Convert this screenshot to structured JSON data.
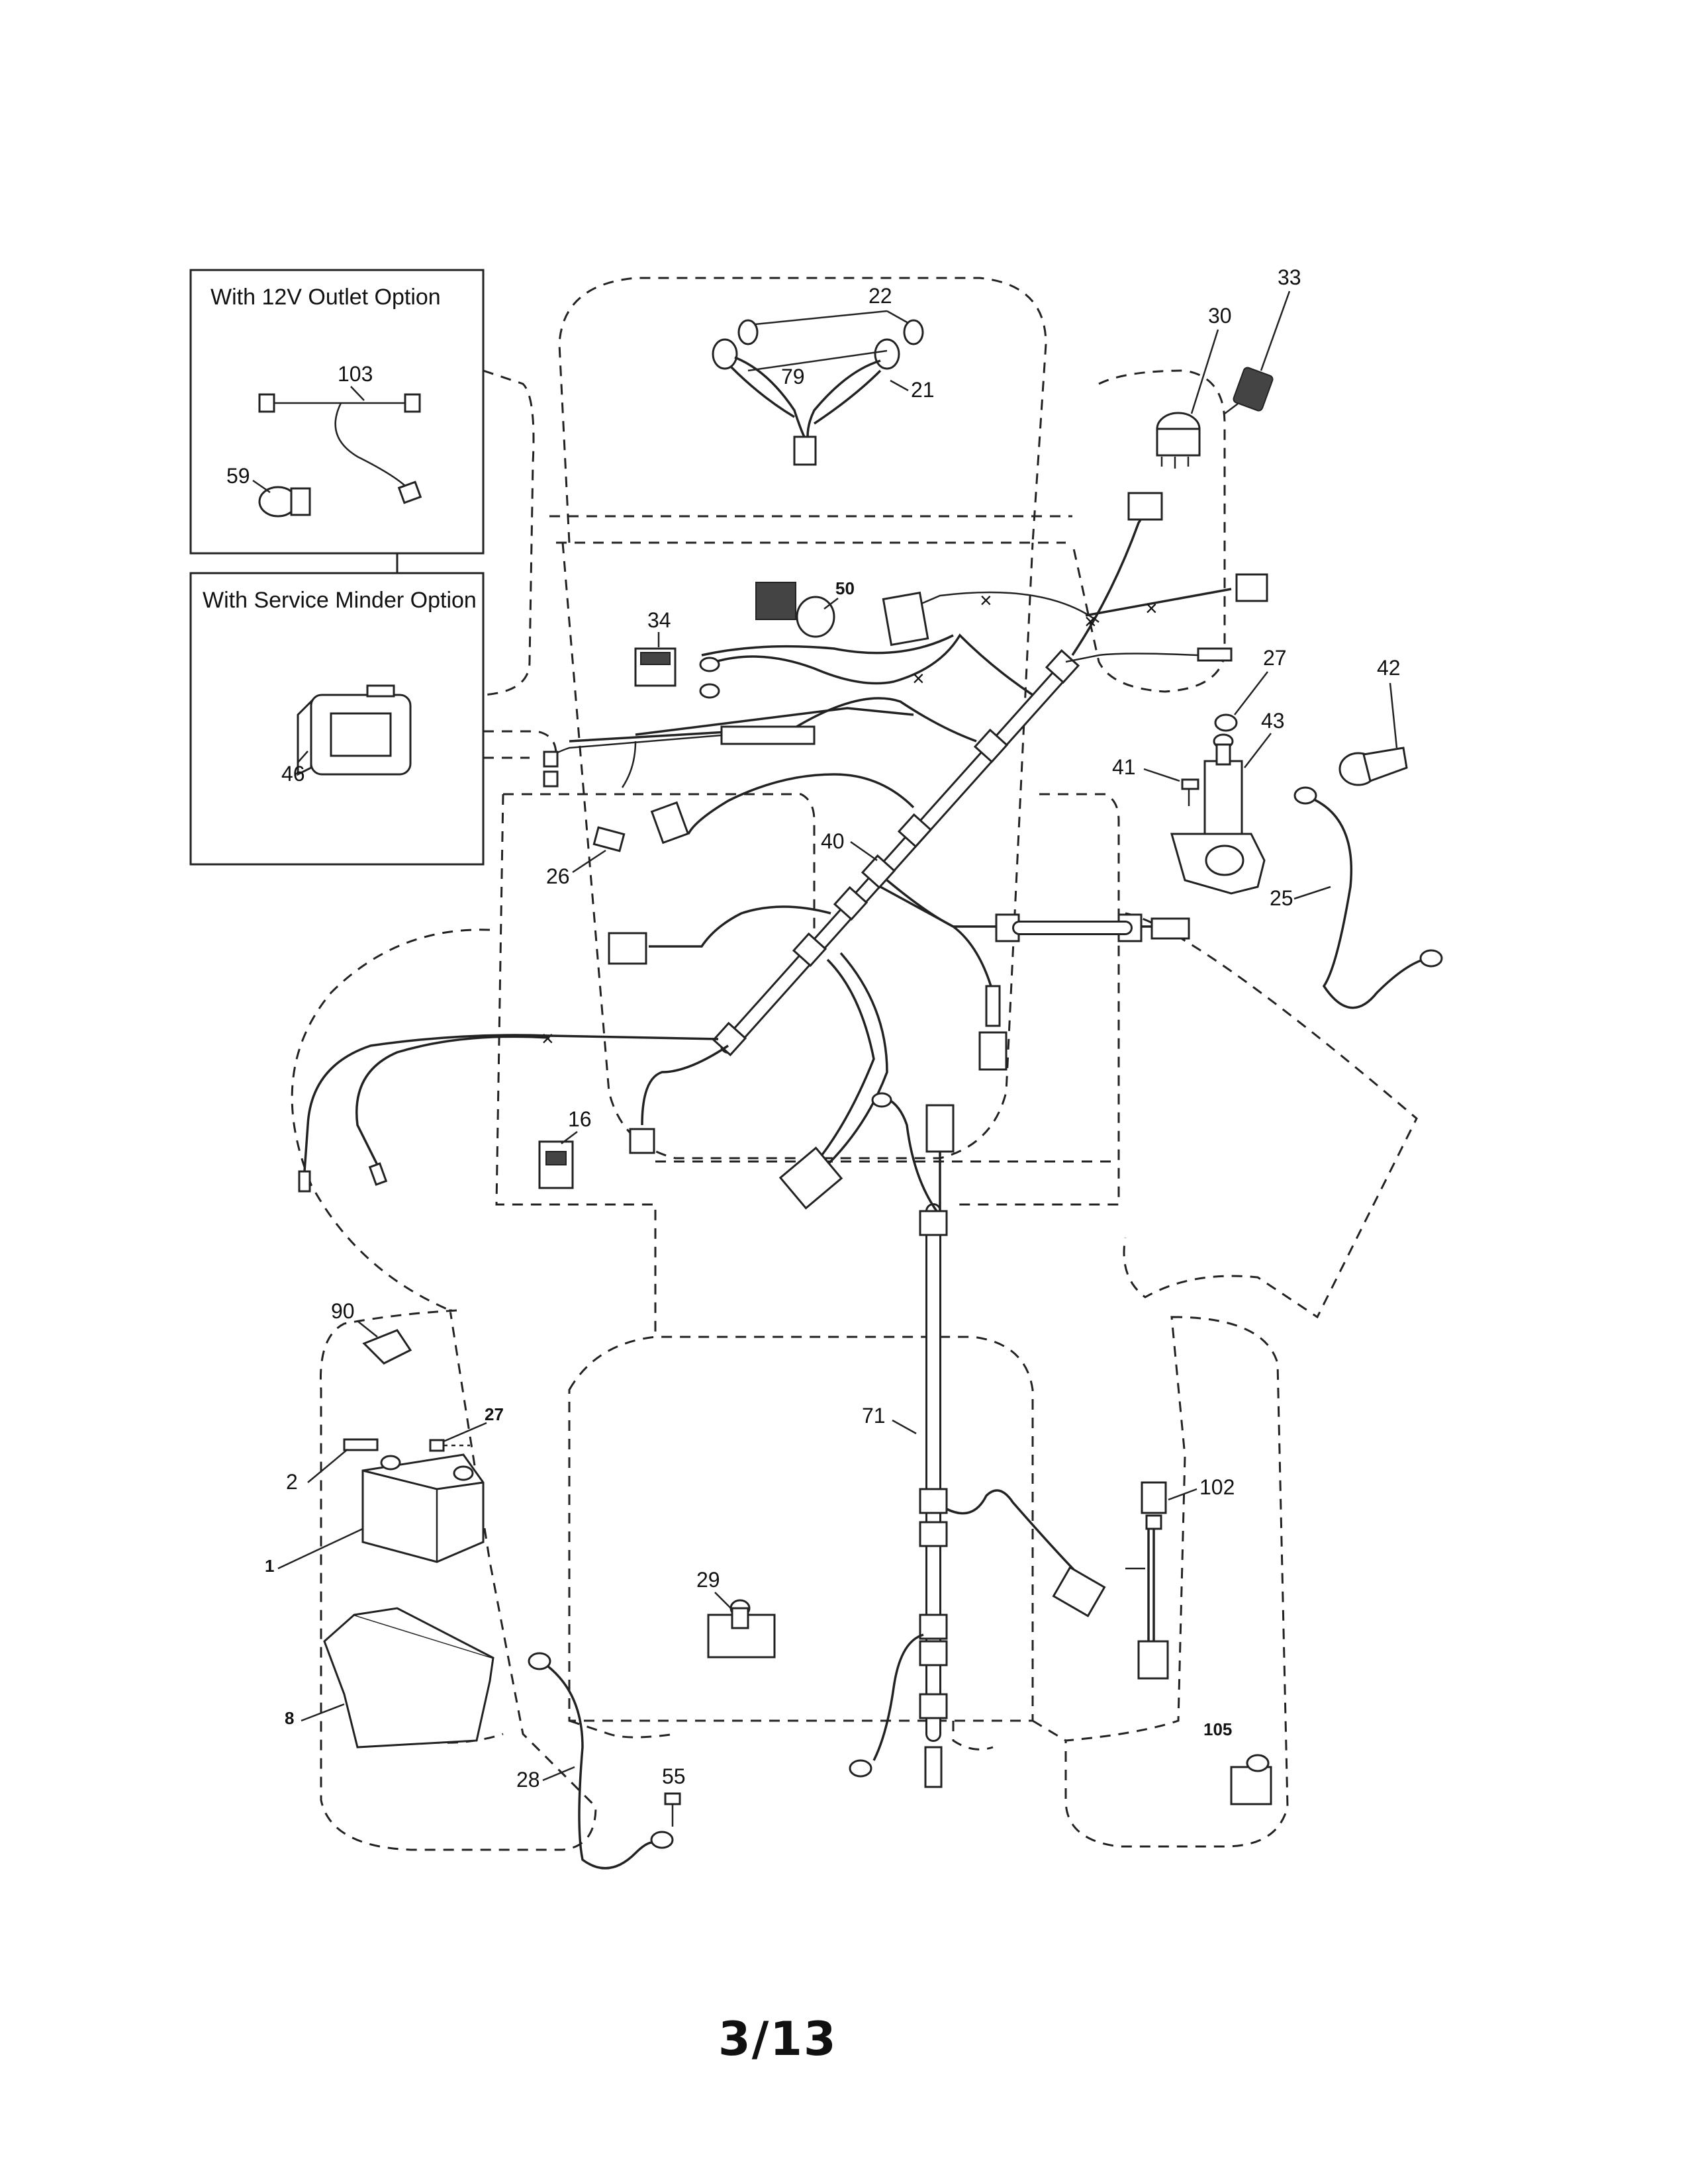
{
  "insets": {
    "outlet": {
      "title": "With 12V Outlet Option"
    },
    "service": {
      "title": "With Service Minder Option"
    }
  },
  "callouts": {
    "c1": "1",
    "c2": "2",
    "c8": "8",
    "c16": "16",
    "c21": "21",
    "c22": "22",
    "c25": "25",
    "c26": "26",
    "c27a": "27",
    "c27b": "27",
    "c28": "28",
    "c29": "29",
    "c30": "30",
    "c33": "33",
    "c34": "34",
    "c40": "40",
    "c41": "41",
    "c42": "42",
    "c43": "43",
    "c46": "46",
    "c50": "50",
    "c55": "55",
    "c59": "59",
    "c71": "71",
    "c79": "79",
    "c90": "90",
    "c102": "102",
    "c103": "103",
    "c105": "105"
  },
  "page_number": "3/13"
}
